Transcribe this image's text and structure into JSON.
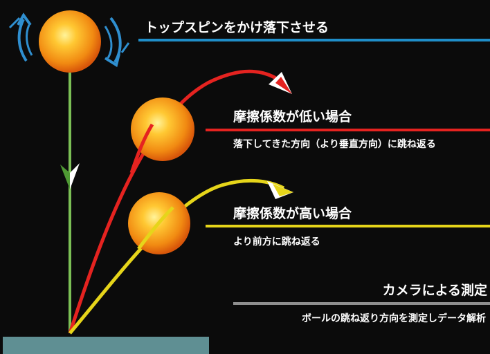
{
  "labels": {
    "topspin": "トップスピンをかけ落下させる",
    "low_title": "摩擦係数が低い場合",
    "low_desc": "落下してきた方向（より垂直方向）に跳ね返る",
    "high_title": "摩擦係数が高い場合",
    "high_desc": "より前方に跳ね返る",
    "camera_title": "カメラによる測定",
    "camera_desc": "ボールの跳ね返り方向を測定しデータ解析"
  },
  "colors": {
    "background": "#0b0b0b",
    "topspin_line": "#1f8ec9",
    "low_friction": "#e52320",
    "high_friction": "#e6d51a",
    "camera_line": "#8f8f8f",
    "drop_line": "#7bbf55",
    "ball_core": "#ffcf3a",
    "ball_edge": "#e8640c",
    "spin_arrow": "#2f8fd0",
    "ground": "#5f8f93"
  },
  "icons": [
    "spin-arrow-left-icon",
    "spin-arrow-right-icon",
    "down-arrow-icon"
  ]
}
